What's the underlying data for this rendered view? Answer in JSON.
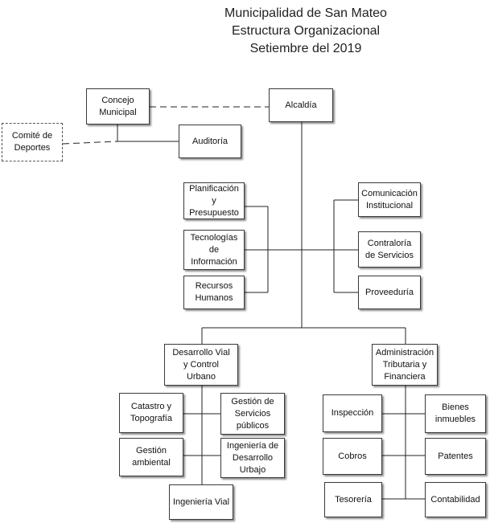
{
  "title": {
    "line1": "Municipalidad de San Mateo",
    "line2": "Estructura Organizacional",
    "line3": "Setiembre del 2019"
  },
  "nodes": {
    "concejo": "Concejo\nMunicipal",
    "comite": "Comité de\nDeportes",
    "auditoria": "Auditoría",
    "alcaldia": "Alcaldía",
    "planificacion": "Planificación\ny Presupuesto",
    "tecnologias": "Tecnologías\nde\nInformación",
    "recursos": "Recursos\nHumanos",
    "comunicacion": "Comunicación\nInstitucional",
    "contraloria": "Contraloría\nde Servicios",
    "proveeduria": "Proveeduría",
    "desarrollo": "Desarrollo Vial\ny Control\nUrbano",
    "administracion": "Administración\nTributaria y\nFinanciera",
    "catastro": "Catastro y\nTopografía",
    "gestion_servicios": "Gestión de\nServicios\npúblicos",
    "gestion_ambiental": "Gestión\nambiental",
    "ingenieria_desarrollo": "Ingeniería de\nDesarrollo\nUrbajo",
    "ingenieria_vial": "Ingeniería Vial",
    "inspeccion": "Inspección",
    "bienes": "Bienes\ninmuebles",
    "cobros": "Cobros",
    "patentes": "Patentes",
    "tesoreria": "Tesorería",
    "contabilidad": "Contabilidad"
  }
}
